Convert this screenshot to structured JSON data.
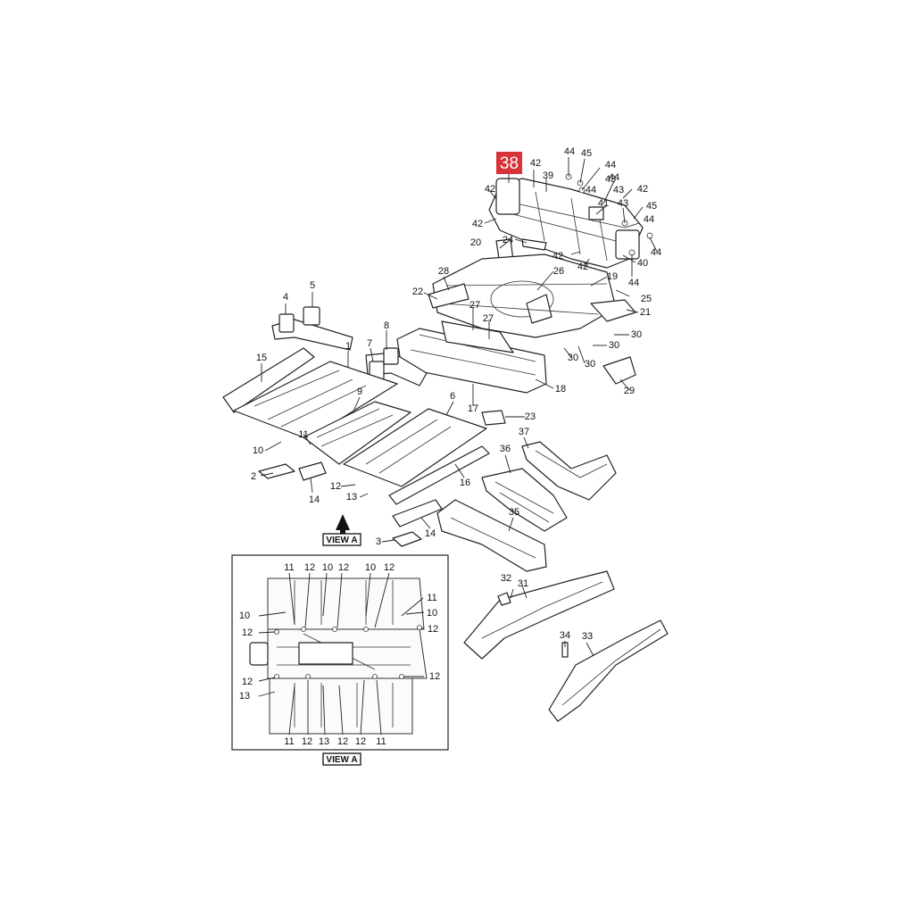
{
  "highlight": {
    "label": "38",
    "color": "#d9333a"
  },
  "view_labels": {
    "main": "VIEW A",
    "inset": "VIEW A"
  },
  "callouts": {
    "c1": "1",
    "c2": "2",
    "c3": "3",
    "c4": "4",
    "c5": "5",
    "c6": "6",
    "c7": "7",
    "c8": "8",
    "c9": "9",
    "c10": "10",
    "c11": "11",
    "c12": "12",
    "c13": "13",
    "c14": "14",
    "c15": "15",
    "c16": "16",
    "c17": "17",
    "c18": "18",
    "c19": "19",
    "c20": "20",
    "c21": "21",
    "c22": "22",
    "c23": "23",
    "c24": "24",
    "c25": "25",
    "c26": "26",
    "c27": "27",
    "c28": "28",
    "c29": "29",
    "c30": "30",
    "c31": "31",
    "c32": "32",
    "c33": "33",
    "c34": "34",
    "c35": "35",
    "c36": "36",
    "c37": "37",
    "c39": "39",
    "c40": "40",
    "c41": "41",
    "c42": "42",
    "c43": "43",
    "c44": "44",
    "c45": "45"
  }
}
